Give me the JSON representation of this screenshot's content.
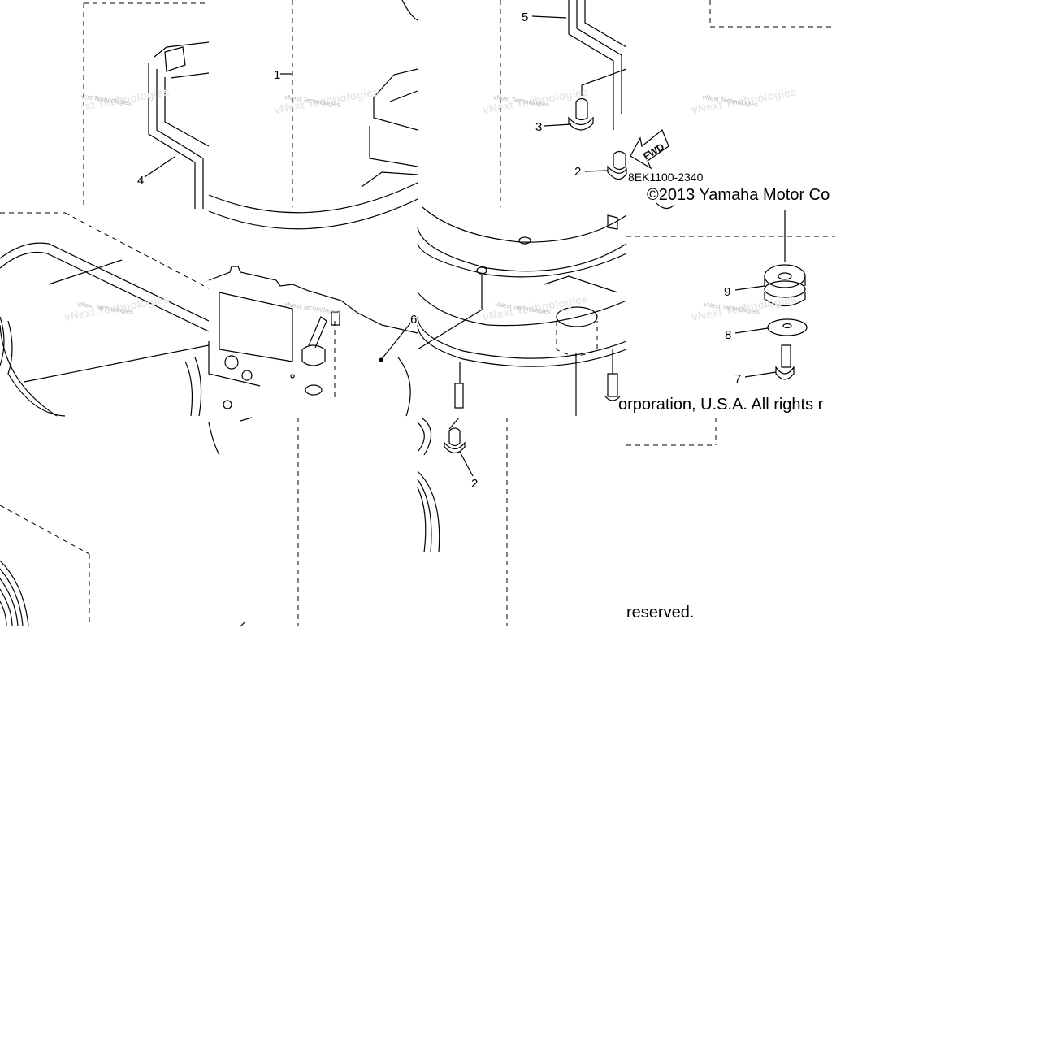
{
  "diagram": {
    "code": "8EK1100-2340",
    "fwd_label": "FWD",
    "copyright_fragments": {
      "a": "©2013 Yamaha Motor Co",
      "b": "orporation, U.S.A. All rights r",
      "c": "reserved."
    },
    "watermark": "vNext Technologies",
    "callouts": [
      "1",
      "2",
      "3",
      "4",
      "5",
      "6",
      "2",
      "7",
      "8",
      "9"
    ]
  }
}
